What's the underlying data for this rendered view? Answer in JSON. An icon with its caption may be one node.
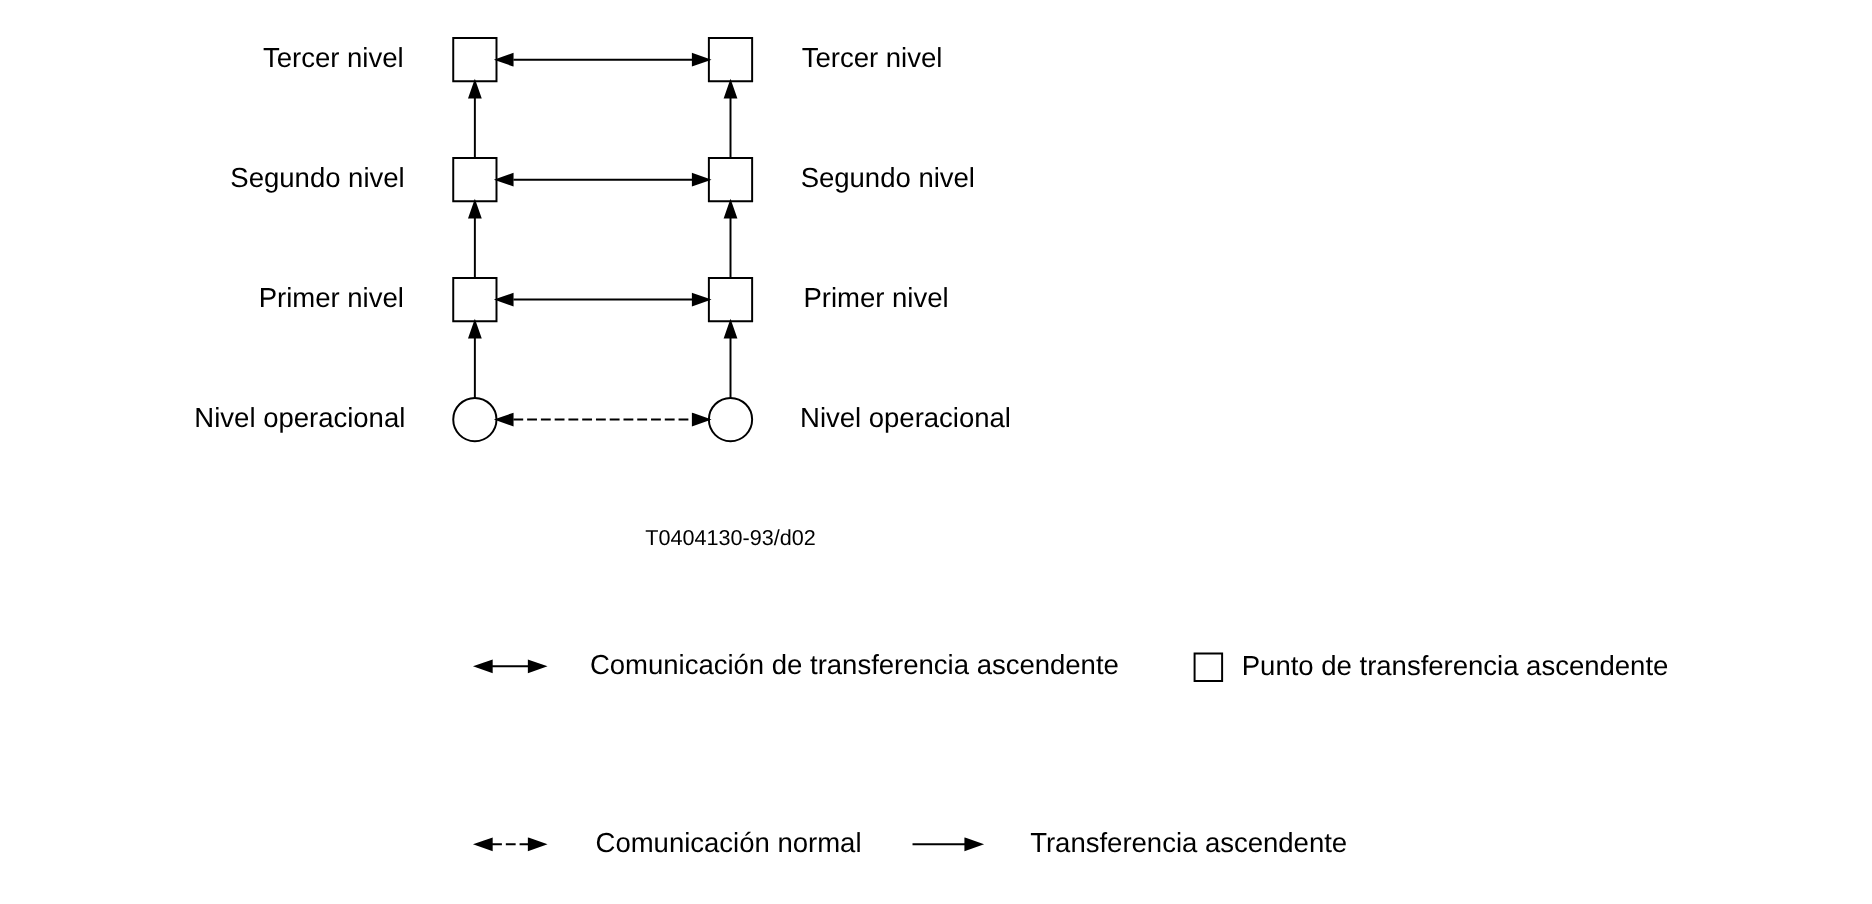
{
  "diagram": {
    "nodes": [
      {
        "text": [],
        "shape": "box",
        "beside": [
          "Tercer nivel"
        ]
      },
      {
        "text": [],
        "shape": "box",
        "beside": [
          "Tercer nivel"
        ]
      },
      {
        "text": [],
        "shape": "box",
        "beside": [
          "Segundo nivel"
        ]
      },
      {
        "text": [],
        "shape": "box",
        "beside": [
          "Segundo nivel"
        ]
      },
      {
        "text": [],
        "shape": "box",
        "beside": [
          "Primer nivel"
        ]
      },
      {
        "text": [],
        "shape": "box",
        "beside": [
          "Primer nivel"
        ]
      },
      {
        "text": [],
        "shape": "circle",
        "beside": [
          "Nivel operacional"
        ]
      },
      {
        "text": [],
        "shape": "circle",
        "beside": [
          "Nivel operacional"
        ]
      }
    ],
    "edges": [
      {
        "from": 0,
        "to": 1,
        "arrow": "both"
      },
      {
        "from": 2,
        "to": 0,
        "arrow": "to"
      },
      {
        "from": 3,
        "to": 1,
        "arrow": "to"
      },
      {
        "from": 2,
        "to": 3,
        "arrow": "both"
      },
      {
        "from": 4,
        "to": 2,
        "arrow": "to"
      },
      {
        "from": 5,
        "to": 3,
        "arrow": "to"
      },
      {
        "from": 4,
        "to": 5,
        "arrow": "both"
      },
      {
        "from": 6,
        "to": 4,
        "arrow": "to"
      },
      {
        "from": 7,
        "to": 5,
        "arrow": "to"
      },
      {
        "from": 6,
        "to": 7,
        "arrow": "both",
        "style": "dashed"
      }
    ],
    "labels": [
      "T0404130-93/d02"
    ],
    "legend": [
      {
        "text": "Comunicación de transferencia ascendente"
      },
      {
        "text": "Punto de transferencia ascendente"
      },
      {
        "text": "Comunicación normal"
      },
      {
        "text": "Transferencia ascendente"
      }
    ]
  }
}
